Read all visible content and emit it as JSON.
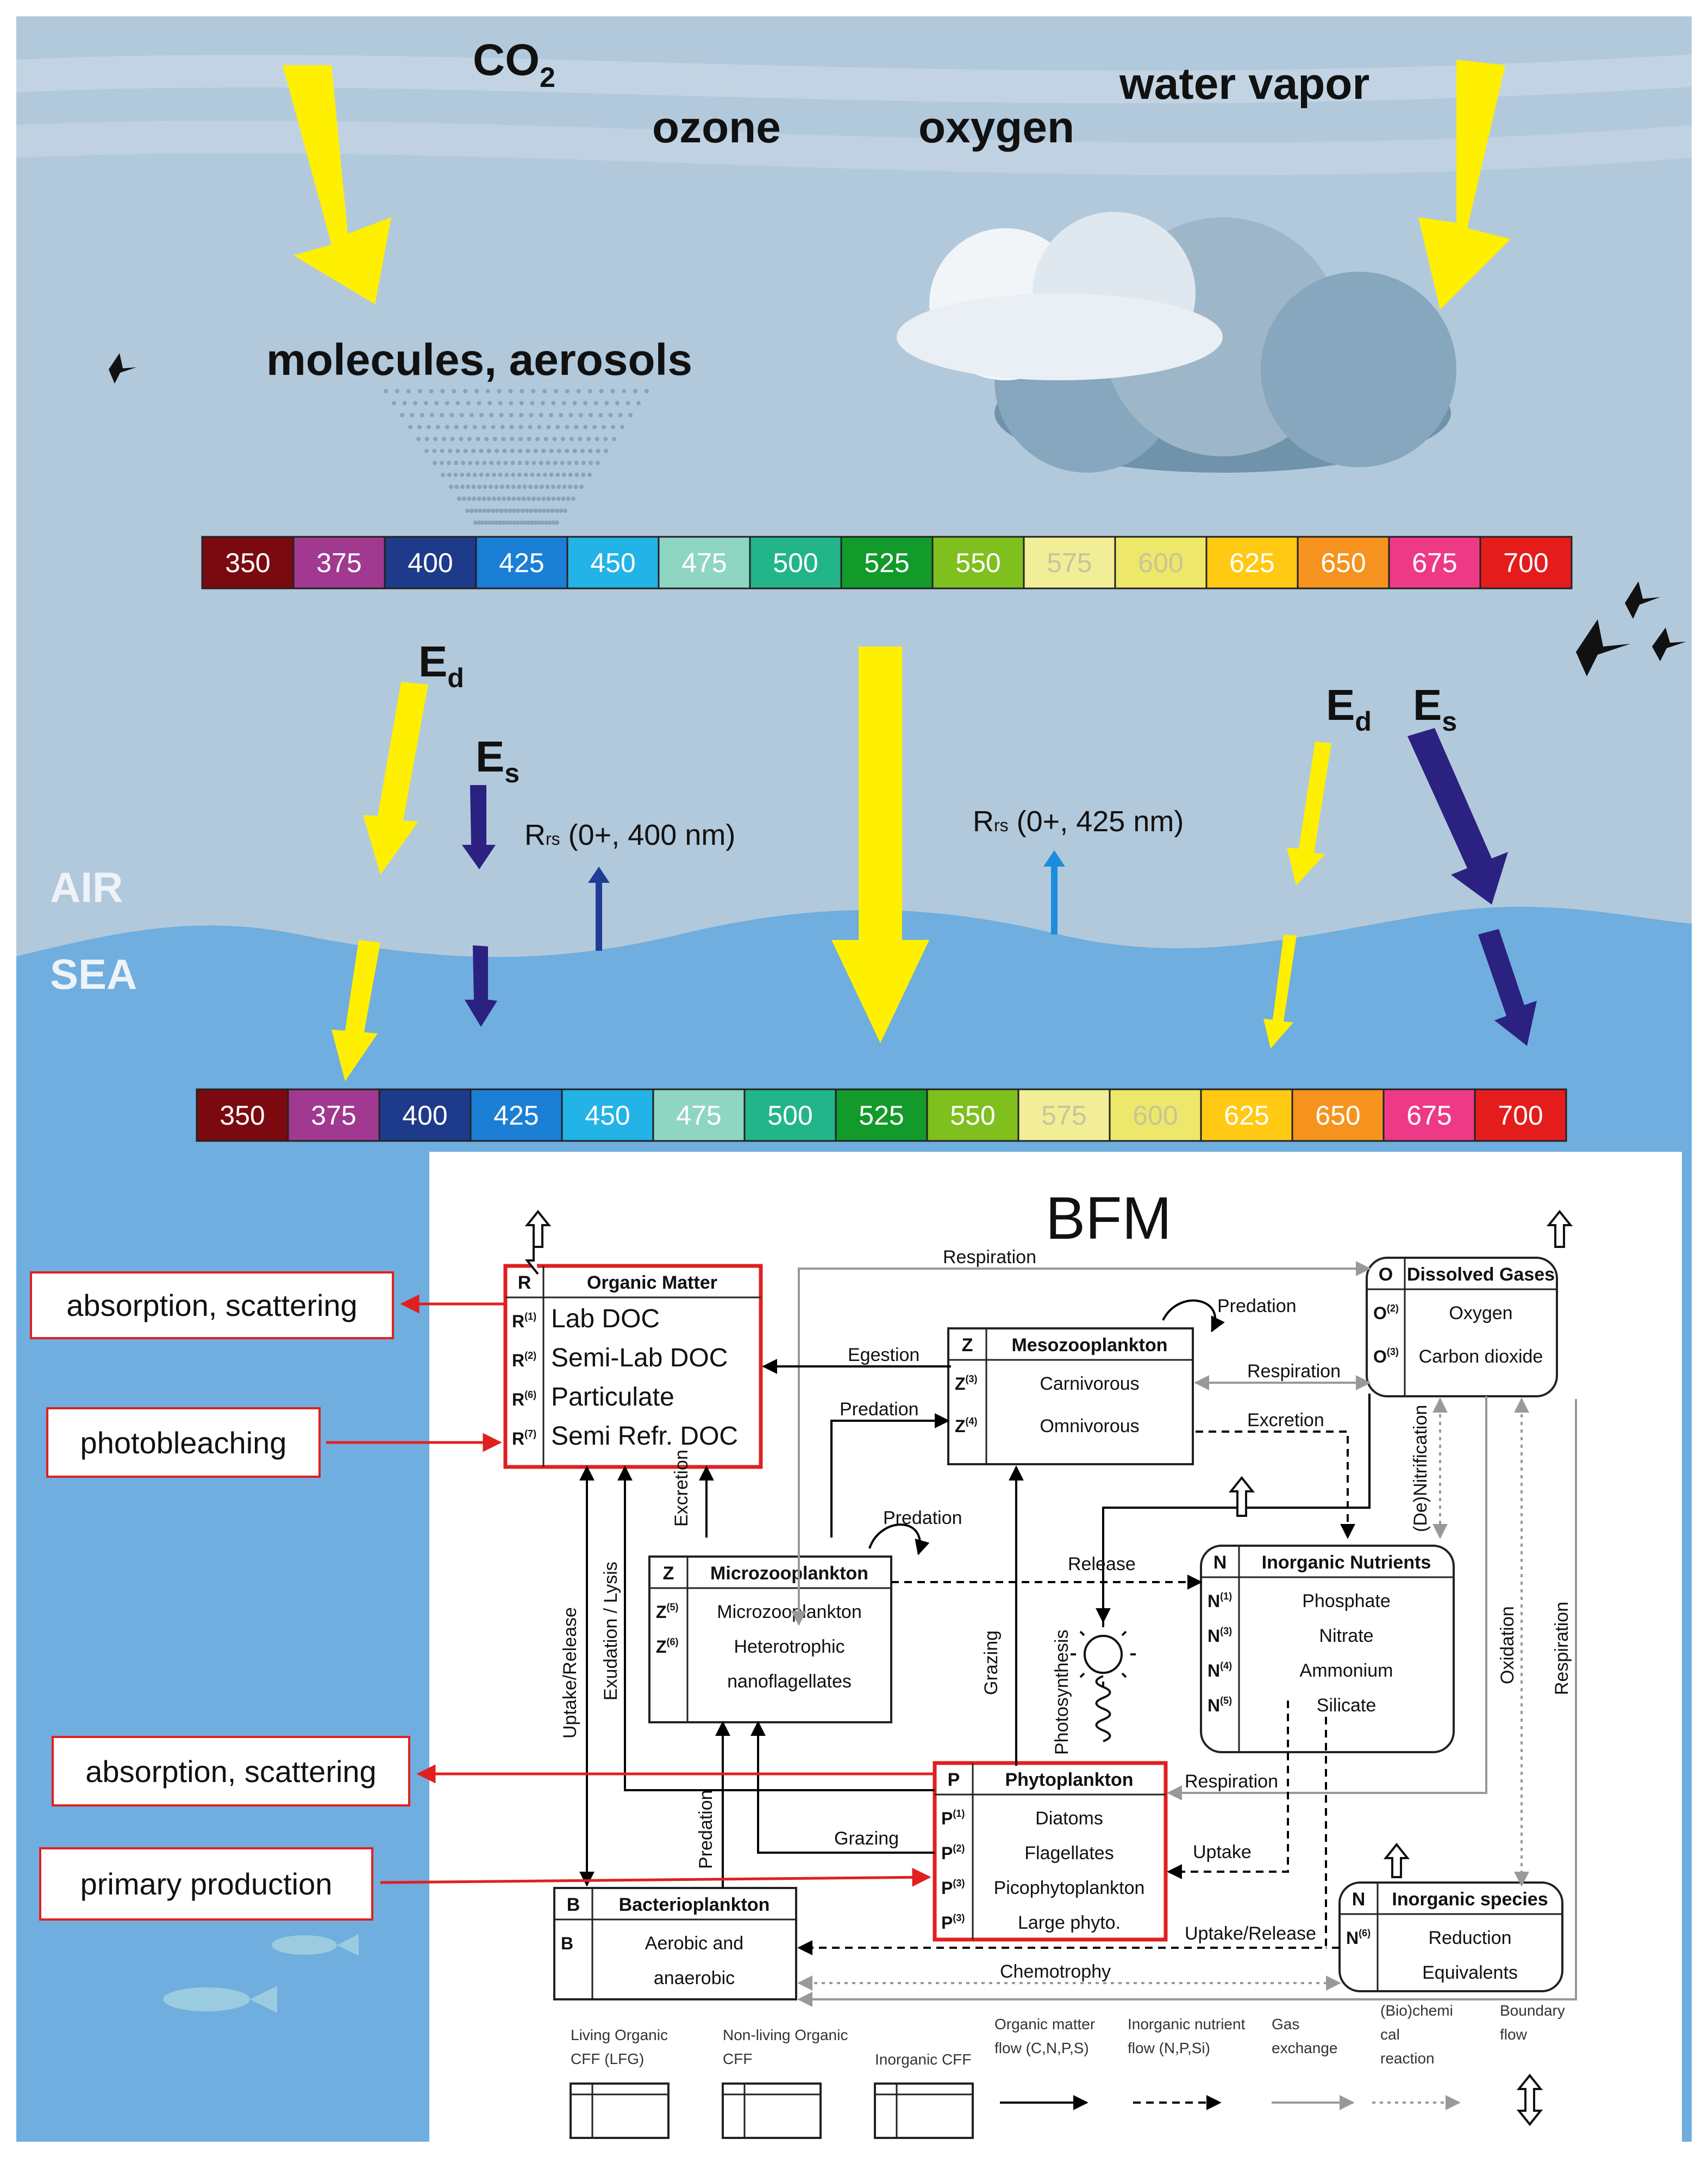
{
  "atmosphere": {
    "gases": {
      "co2": "CO",
      "co2_sub": "2",
      "ozone": "ozone",
      "oxygen": "oxygen",
      "water_vapor": "water vapor"
    },
    "aerosols": "molecules, aerosols"
  },
  "spectrum": [
    "350",
    "375",
    "400",
    "425",
    "450",
    "475",
    "500",
    "525",
    "550",
    "575",
    "600",
    "625",
    "650",
    "675",
    "700"
  ],
  "spectrum_colors": [
    "#7a0a10",
    "#a0398f",
    "#1e3a8a",
    "#1b7fd6",
    "#23b3e6",
    "#8fd6c2",
    "#23b58a",
    "#129a2a",
    "#7fbf1e",
    "#f2ee98",
    "#ede86a",
    "#ffc914",
    "#f6931e",
    "#ee3a86",
    "#e51c1c"
  ],
  "radiation": {
    "ed": "E",
    "ed_sub": "d",
    "es": "E",
    "es_sub": "s",
    "rrs_400": "(0+, 400 nm)",
    "rrs_425": "(0+, 425 nm)",
    "rrs": "R",
    "rrs_sub": "rs"
  },
  "surface": {
    "air": "AIR",
    "sea": "SEA"
  },
  "bfm": {
    "title": "BFM",
    "organic_matter": {
      "code": "R",
      "title": "Organic Matter",
      "items": [
        {
          "sym": "R",
          "sup": "(1)",
          "label": "Lab DOC"
        },
        {
          "sym": "R",
          "sup": "(2)",
          "label": "Semi-Lab DOC"
        },
        {
          "sym": "R",
          "sup": "(6)",
          "label": "Particulate"
        },
        {
          "sym": "R",
          "sup": "(7)",
          "label": "Semi Refr. DOC"
        }
      ]
    },
    "mesozooplankton": {
      "code": "Z",
      "title": "Mesozooplankton",
      "items": [
        {
          "sym": "Z",
          "sup": "(3)",
          "label": "Carnivorous"
        },
        {
          "sym": "Z",
          "sup": "(4)",
          "label": "Omnivorous"
        }
      ]
    },
    "dissolved_gases": {
      "code": "O",
      "title": "Dissolved Gases",
      "items": [
        {
          "sym": "O",
          "sup": "(2)",
          "label": "Oxygen"
        },
        {
          "sym": "O",
          "sup": "(3)",
          "label": "Carbon dioxide"
        }
      ]
    },
    "microzooplankton": {
      "code": "Z",
      "title": "Microzooplankton",
      "items": [
        {
          "sym": "Z",
          "sup": "(5)",
          "label": "Microzooplankton"
        },
        {
          "sym": "Z",
          "sup": "(6)",
          "label": "Heterotrophic"
        },
        {
          "sym": "",
          "sup": "",
          "label": "nanoflagellates"
        }
      ]
    },
    "inorganic_nutrients": {
      "code": "N",
      "title": "Inorganic Nutrients",
      "items": [
        {
          "sym": "N",
          "sup": "(1)",
          "label": "Phosphate"
        },
        {
          "sym": "N",
          "sup": "(3)",
          "label": "Nitrate"
        },
        {
          "sym": "N",
          "sup": "(4)",
          "label": "Ammonium"
        },
        {
          "sym": "N",
          "sup": "(5)",
          "label": "Silicate"
        }
      ]
    },
    "phytoplankton": {
      "code": "P",
      "title": "Phytoplankton",
      "items": [
        {
          "sym": "P",
          "sup": "(1)",
          "label": "Diatoms"
        },
        {
          "sym": "P",
          "sup": "(2)",
          "label": "Flagellates"
        },
        {
          "sym": "P",
          "sup": "(3)",
          "label": "Picophytoplankton"
        },
        {
          "sym": "P",
          "sup": "(3)",
          "label": "Large phyto."
        }
      ]
    },
    "bacterioplankton": {
      "code": "B",
      "title": "Bacterioplankton",
      "items": [
        {
          "sym": "B",
          "sup": "",
          "label": "Aerobic and"
        },
        {
          "sym": "",
          "sup": "",
          "label": "anaerobic"
        }
      ]
    },
    "inorganic_species": {
      "code": "N",
      "title": "Inorganic species",
      "items": [
        {
          "sym": "N",
          "sup": "(6)",
          "label": "Reduction"
        },
        {
          "sym": "",
          "sup": "",
          "label": "Equivalents"
        }
      ]
    },
    "flows": {
      "respiration": "Respiration",
      "predation": "Predation",
      "egestion": "Egestion",
      "excretion": "Excretion",
      "release": "Release",
      "grazing": "Grazing",
      "photosynthesis": "Photosynthesis",
      "uptake": "Uptake",
      "uptake_release": "Uptake/Release",
      "exudation_lysis": "Exudation / Lysis",
      "de_nitrification": "(De)Nitrification",
      "oxidation": "Oxidation",
      "chemotrophy": "Chemotrophy"
    },
    "legend": {
      "lfg": [
        "Living Organic",
        "CFF (LFG)"
      ],
      "nlo": [
        "Non-living Organic",
        "CFF"
      ],
      "icff": [
        "Inorganic CFF"
      ],
      "om_flow": [
        "Organic matter",
        "flow (C,N,P,S)"
      ],
      "in_flow": [
        "Inorganic nutrient",
        "flow (N,P,Si)"
      ],
      "gas": [
        "Gas",
        "exchange"
      ],
      "bio": [
        "(Bio)chemi",
        "cal",
        "reaction"
      ],
      "boundary": [
        "Boundary",
        "flow"
      ]
    }
  },
  "optical_labels": {
    "abs1": "absorption, scattering",
    "photobleaching": "photobleaching",
    "abs2": "absorption, scattering",
    "primary_production": "primary production"
  }
}
